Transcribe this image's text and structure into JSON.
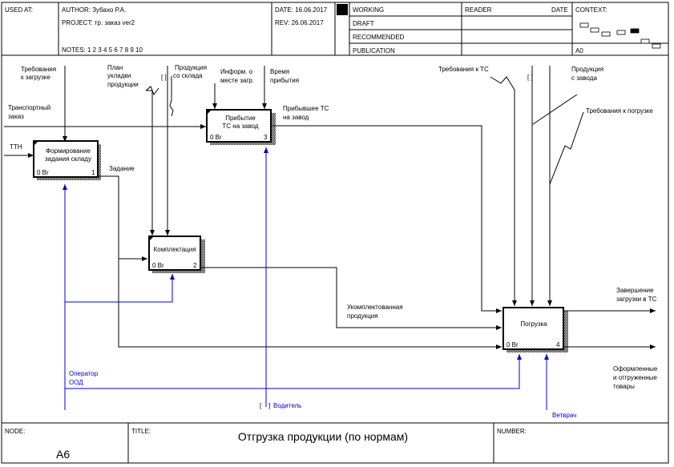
{
  "header": {
    "used_at": "USED AT:",
    "author": "AUTHOR:  Зубахо Р.А.",
    "project": "PROJECT:  тр. заказ ver2",
    "notes": "NOTES:  1  2  3  4  5  6  7  8  9  10",
    "date": "DATE:   16.06.2017",
    "rev": "REV:     26.06.2017",
    "status": [
      "WORKING",
      "DRAFT",
      "RECOMMENDED",
      "PUBLICATION"
    ],
    "reader": "READER",
    "reader_date": "DATE",
    "context": "CONTEXT:",
    "context_node": "A0"
  },
  "footer": {
    "node_label": "NODE:",
    "node_value": "A6",
    "title_label": "TITLE:",
    "title_value": "Отгрузка продукции (по нормам)",
    "number_label": "NUMBER:"
  },
  "boxes": {
    "b1": {
      "line1": "Формирование",
      "line2": "задания складу",
      "cost": "0 Вr",
      "num": "1"
    },
    "b2": {
      "line1": "Комплектация",
      "cost": "0 Вr",
      "num": "2"
    },
    "b3": {
      "line1": "Прибытие",
      "line2": "ТС на завод",
      "cost": "0 Вr",
      "num": "3"
    },
    "b4": {
      "line1": "Погрузка",
      "cost": "0 Вr",
      "num": "4"
    }
  },
  "labels": {
    "req_load_1": "Требования",
    "req_load_2": "к загрузке",
    "plan_1": "План",
    "plan_2": "укладки",
    "plan_3": "продукции",
    "prod_wh_1": "Продукция",
    "prod_wh_2": "со склада",
    "info_1": "Информ. о",
    "info_2": "месте загр.",
    "time_1": "Время",
    "time_2": "прибытия",
    "transport_1": "Транспортный",
    "transport_2": "заказ",
    "arrived_1": "Прибывшее ТС",
    "arrived_2": "на завод",
    "tth": "ТТН",
    "task": "Задание",
    "req_ts": "Требования к ТС",
    "prod_plant_1": "Продукция",
    "prod_plant_2": "с завода",
    "req_load_r": "Требования к погрузке",
    "completed_1": "Укомплектованная",
    "completed_2": "продукция",
    "finish_1": "Завершение",
    "finish_2": "загрузки в ТС",
    "shipped_1": "Оформленные",
    "shipped_2": "и отгруженные",
    "shipped_3": "товары",
    "operator_1": "Оператор",
    "operator_2": "ООД",
    "driver": "Водитель",
    "vet": "Ветврач"
  }
}
